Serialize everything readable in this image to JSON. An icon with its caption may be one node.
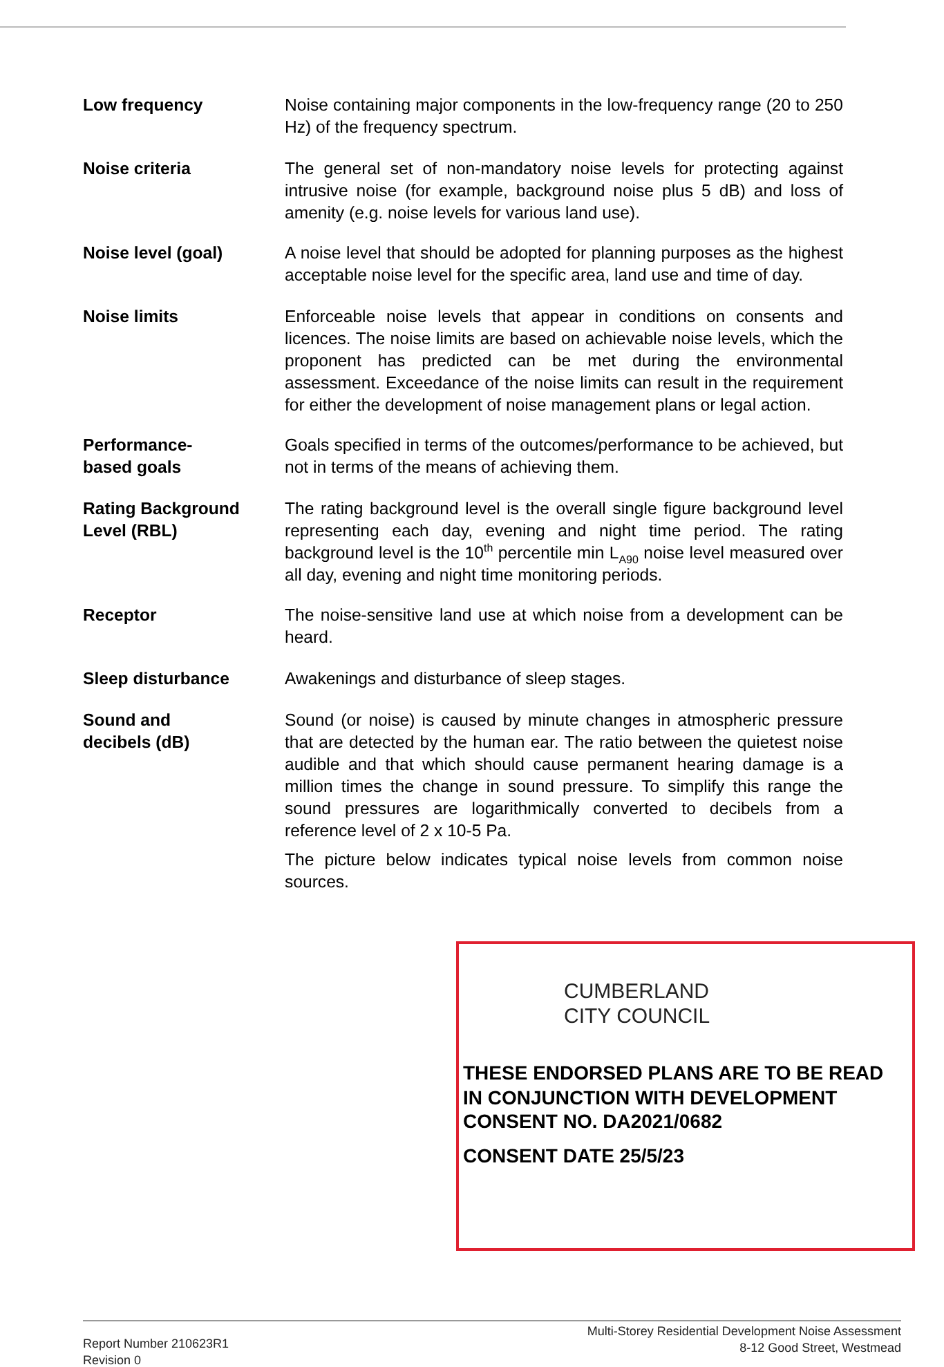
{
  "diagram": {
    "labels": [
      "Low frequency",
      "Noise containing major components in the low-frequency range (20 to 250 Hz) of the frequency spectrum.",
      "Noise criteria",
      "The general set of non-mandatory noise levels for protecting against intrusive noise (for example, background noise plus 5 dB) and loss of amenity (e.g. noise levels for various land use).",
      "Noise level (goal)",
      "A noise level that should be adopted for planning purposes as the highest acceptable noise level for the specific area, land use and time of day.",
      "Noise limits",
      "Enforceable noise levels that appear in conditions on consents and licences. The noise limits are based on achievable noise levels, which the proponent has predicted can be met during the environmental assessment. Exceedance of the noise limits can result in the requirement for either the development of noise management plans or legal action.",
      "Performance-based goals",
      "Goals specified in terms of the outcomes/performance to be achieved, but not in terms of the means of achieving them.",
      "Rating Background Level (RBL)",
      "The rating background level is the overall single figure background level representing each day, evening and night time period. The rating background level is the 10$^{th}$ percentile min L$_{A90}$ noise level measured over all day, evening and night time monitoring periods.",
      "Receptor",
      "The noise-sensitive land use at which noise from a development can be heard.",
      "Sleep disturbance",
      "Awakenings and disturbance of sleep stages.",
      "Sound and decibels (dB)",
      "Sound (or noise) is caused by minute changes in atmospheric pressure that are detected by the human ear. The ratio between the quietest noise audible and that which should cause permanent hearing damage is a million times the change in sound pressure. To simplify this range the sound pressures are logarithmically converted to decibels from a reference level of 2 x 10-5 Pa.",
      "The picture below indicates typical noise levels from common noise sources.",
      "CUMBERLAND CITY COUNCIL",
      "THESE ENDORSED PLANS ARE TO BE READ IN CONJUNCTION WITH DEVELOPMENT CONSENT NO. DA2021/0682",
      "CONSENT DATE 25/5/23",
      "Report Number 210623R1",
      "Revision 0",
      "Multi-Storey Residential Development Noise Assessment",
      "8-12 Good Street, Westmead"
    ]
  }
}
